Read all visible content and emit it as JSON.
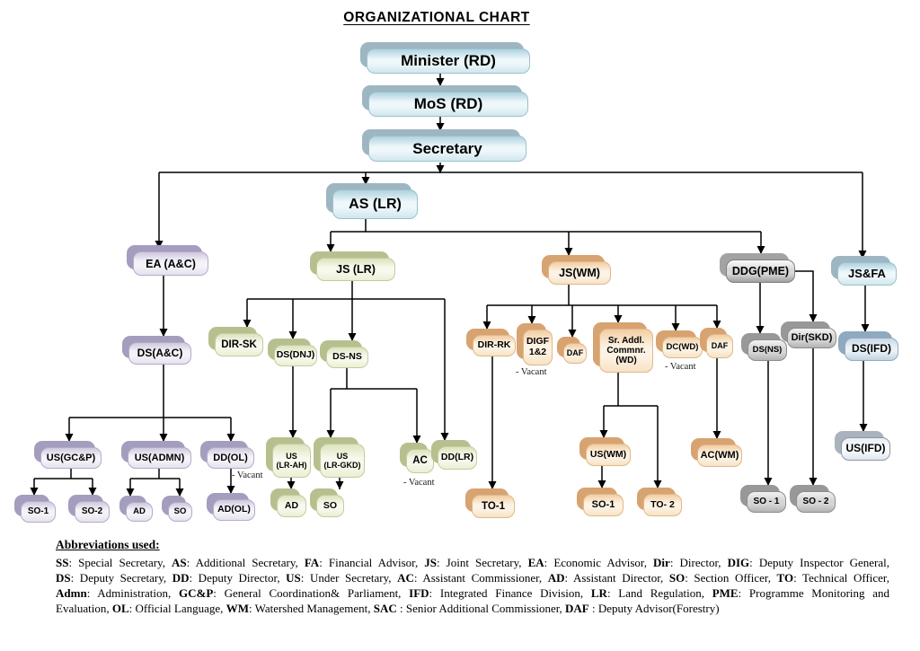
{
  "title": "ORGANIZATIONAL CHART",
  "palette": {
    "top_chain_blue_front": "#cfe7ee",
    "top_chain_blue_shadow": "#9eb6c2",
    "ea_branch_purple_front": "#e6e2ee",
    "ea_branch_purple_shadow": "#a59dbd",
    "js_lr_branch_green_front": "#eaf0d4",
    "js_lr_branch_green_shadow": "#b6c08f",
    "js_wm_branch_orange_front": "#f7e2c6",
    "js_wm_branch_orange_shadow": "#d7a371",
    "ddg_pme_branch_gray_front": "#d8d8d8",
    "ddg_pme_branch_gray_shadow": "#989898",
    "ifd_branch_steel_front": "#bfd2e1",
    "ifd_branch_steel_shadow": "#8fa9c0",
    "connector_color": "#000000"
  },
  "nodes": [
    {
      "id": "minister",
      "label": "Minister (RD)",
      "group": "blue",
      "parent": null
    },
    {
      "id": "mos",
      "label": "MoS (RD)",
      "group": "blue",
      "parent": "minister"
    },
    {
      "id": "secretary",
      "label": "Secretary",
      "group": "blue",
      "parent": "mos"
    },
    {
      "id": "as_lr",
      "label": "AS (LR)",
      "group": "blue",
      "parent": "secretary"
    },
    {
      "id": "ea_ac",
      "label": "EA (A&C)",
      "group": "purple",
      "parent": "secretary"
    },
    {
      "id": "js_lr",
      "label": "JS (LR)",
      "group": "green",
      "parent": "as_lr"
    },
    {
      "id": "js_wm",
      "label": "JS(WM)",
      "group": "orange",
      "parent": "as_lr"
    },
    {
      "id": "ddg_pme",
      "label": "DDG(PME)",
      "group": "graydark",
      "parent": "as_lr"
    },
    {
      "id": "js_fa",
      "label": "JS&FA",
      "group": "blue",
      "parent": "secretary"
    },
    {
      "id": "ds_ac",
      "label": "DS(A&C)",
      "group": "purple",
      "parent": "ea_ac"
    },
    {
      "id": "dir_sk",
      "label": "DIR-SK",
      "group": "green",
      "parent": "js_lr"
    },
    {
      "id": "ds_dnj",
      "label": "DS(DNJ)",
      "group": "green",
      "parent": "js_lr"
    },
    {
      "id": "ds_ns",
      "label": "DS-NS",
      "group": "green",
      "parent": "js_lr"
    },
    {
      "id": "dir_rk",
      "label": "DIR-RK",
      "group": "orange",
      "parent": "js_wm"
    },
    {
      "id": "digf",
      "label": "DIGF\n1&2",
      "group": "orange",
      "parent": "js_wm",
      "vacant": "- Vacant"
    },
    {
      "id": "daf1",
      "label": "DAF",
      "group": "orange",
      "parent": "js_wm"
    },
    {
      "id": "sr_addl",
      "label": "Sr. Addl.\nCommnr.\n(WD)",
      "group": "orange",
      "parent": "js_wm"
    },
    {
      "id": "dc_wd",
      "label": "DC(WD)",
      "group": "orange",
      "parent": "js_wm",
      "vacant": "- Vacant"
    },
    {
      "id": "daf2",
      "label": "DAF",
      "group": "orange",
      "parent": "js_wm"
    },
    {
      "id": "ds_ns_pme",
      "label": "DS(NS)",
      "group": "gray",
      "parent": "ddg_pme"
    },
    {
      "id": "dir_skd",
      "label": "Dir(SKD)",
      "group": "gray",
      "parent": "ddg_pme"
    },
    {
      "id": "ds_ifd",
      "label": "DS(IFD)",
      "group": "steel",
      "parent": "js_fa"
    },
    {
      "id": "us_gcp",
      "label": "US(GC&P)",
      "group": "purple",
      "parent": "ds_ac"
    },
    {
      "id": "us_admn",
      "label": "US(ADMN)",
      "group": "purple",
      "parent": "ds_ac"
    },
    {
      "id": "dd_ol",
      "label": "DD(OL)",
      "group": "purple",
      "parent": "ds_ac",
      "vacant": "- Vacant"
    },
    {
      "id": "us_lr_ah",
      "label": "US\n(LR-AH)",
      "group": "green",
      "parent": "ds_dnj"
    },
    {
      "id": "us_lr_gkd",
      "label": "US\n(LR-GKD)",
      "group": "green",
      "parent": "ds_ns"
    },
    {
      "id": "ac_lr",
      "label": "AC",
      "group": "green",
      "parent": "ds_ns",
      "vacant": "- Vacant"
    },
    {
      "id": "dd_lr",
      "label": "DD(LR)",
      "group": "green",
      "parent": "js_lr"
    },
    {
      "id": "us_wm",
      "label": "US(WM)",
      "group": "orange",
      "parent": "sr_addl"
    },
    {
      "id": "ac_wm",
      "label": "AC(WM)",
      "group": "orange",
      "parent": "daf2"
    },
    {
      "id": "us_ifd",
      "label": "US(IFD)",
      "group": "steellight",
      "parent": "ds_ifd"
    },
    {
      "id": "so1_gcp",
      "label": "SO-1",
      "group": "purple",
      "parent": "us_gcp"
    },
    {
      "id": "so2_gcp",
      "label": "SO-2",
      "group": "purple",
      "parent": "us_gcp"
    },
    {
      "id": "ad_admn",
      "label": "AD",
      "group": "purple",
      "parent": "us_admn"
    },
    {
      "id": "so_admn",
      "label": "SO",
      "group": "purple",
      "parent": "us_admn"
    },
    {
      "id": "ad_ol",
      "label": "AD(OL)",
      "group": "purple",
      "parent": "dd_ol"
    },
    {
      "id": "ad_lr",
      "label": "AD",
      "group": "green",
      "parent": "us_lr_ah"
    },
    {
      "id": "so_lr",
      "label": "SO",
      "group": "green",
      "parent": "us_lr_gkd"
    },
    {
      "id": "to_1",
      "label": "TO-1",
      "group": "orange",
      "parent": "dir_rk"
    },
    {
      "id": "so1_wm",
      "label": "SO-1",
      "group": "orange",
      "parent": "us_wm"
    },
    {
      "id": "to_2",
      "label": "TO- 2",
      "group": "orange",
      "parent": "sr_addl"
    },
    {
      "id": "so1_pme",
      "label": "SO - 1",
      "group": "gray",
      "parent": "ds_ns_pme"
    },
    {
      "id": "so2_pme",
      "label": "SO - 2",
      "group": "gray",
      "parent": "dir_skd"
    }
  ],
  "abbreviations": {
    "heading": "Abbreviations used:",
    "lines": [
      [
        {
          "b": "SS",
          "t": ": Special Secretary,"
        },
        {
          "b": "AS",
          "t": ": Additional Secretary,"
        },
        {
          "b": "FA",
          "t": ": Financial Advisor,"
        },
        {
          "b": "JS",
          "t": ": Joint Secretary,"
        },
        {
          "b": "EA",
          "t": ": Economic Advisor,"
        },
        {
          "b": "Dir",
          "t": ": Director,"
        },
        {
          "b": "DIG",
          "t": ": Deputy Inspector General,"
        }
      ],
      [
        {
          "b": "DS",
          "t": ": Deputy Secretary,"
        },
        {
          "b": "DD",
          "t": ": Deputy Director,"
        },
        {
          "b": "US",
          "t": ": Under Secretary,"
        },
        {
          "b": "AC",
          "t": ": Assistant Commissioner,"
        },
        {
          "b": "AD",
          "t": ": Assistant Director,"
        },
        {
          "b": "SO",
          "t": ": Section Officer,"
        },
        {
          "b": "TO",
          "t": ": Technical Officer,"
        }
      ],
      [
        {
          "b": "Admn",
          "t": ": Administration,"
        },
        {
          "b": "GC&P",
          "t": ": General Coordination& Parliament,"
        },
        {
          "b": "IFD",
          "t": ": Integrated Finance Division,"
        },
        {
          "b": "LR",
          "t": ": Land Regulation,"
        },
        {
          "b": "PME",
          "t": ": Programme Monitoring and"
        }
      ],
      [
        {
          "b": "",
          "t": "Evaluation,"
        },
        {
          "b": "OL",
          "t": ": Official Language,"
        },
        {
          "b": "WM",
          "t": ": Watershed Management,"
        },
        {
          "b": "SAC",
          "t": " : Senior Additional Commissioner,"
        },
        {
          "b": "DAF",
          "t": " : Deputy Advisor(Forestry)"
        }
      ]
    ]
  }
}
